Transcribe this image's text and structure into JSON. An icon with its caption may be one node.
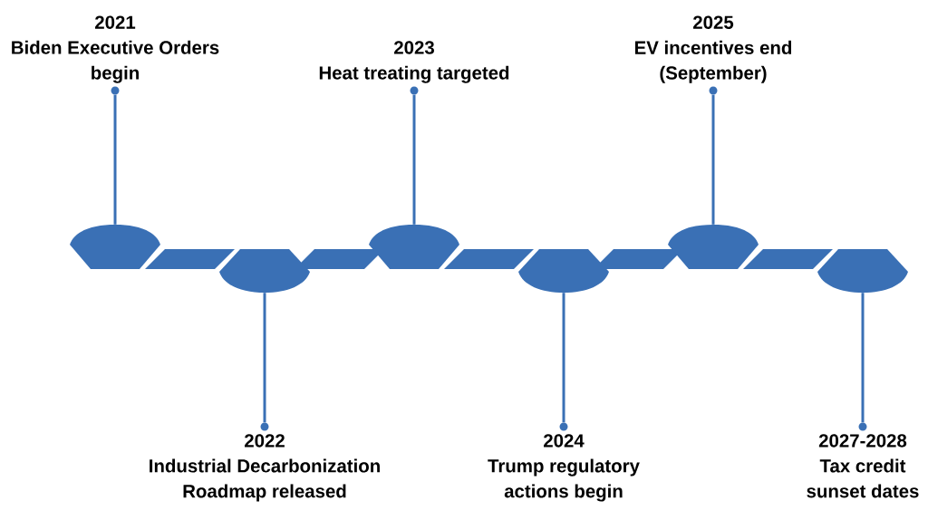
{
  "diagram": {
    "nodes": [
      {
        "text": [],
        "shape": "circle",
        "beside": [
          "2021",
          "Biden Executive Orders begin"
        ]
      },
      {
        "text": [],
        "shape": "circle",
        "beside": [
          "2022",
          "Industrial Decarbonization Roadmap released"
        ]
      },
      {
        "text": [],
        "shape": "circle",
        "beside": [
          "2023",
          "Heat treating targeted"
        ]
      },
      {
        "text": [],
        "shape": "circle",
        "beside": [
          "2024",
          "Trump regulatory actions begin"
        ]
      },
      {
        "text": [],
        "shape": "circle",
        "beside": [
          "2025",
          "EV incentives end (September)"
        ]
      },
      {
        "text": [],
        "shape": "circle",
        "beside": [
          "2027-2028",
          "Tax credit sunset dates"
        ]
      },
      {
        "text": [],
        "shape": "box"
      },
      {
        "text": [],
        "shape": "box"
      },
      {
        "text": [],
        "shape": "box"
      },
      {
        "text": [],
        "shape": "box"
      },
      {
        "text": [],
        "shape": "box"
      },
      {
        "text": [],
        "shape": "box"
      }
    ],
    "edges": [
      {
        "from": 0,
        "to": 6,
        "arrow": "none"
      },
      {
        "from": 1,
        "to": 7,
        "arrow": "none"
      },
      {
        "from": 2,
        "to": 8,
        "arrow": "none"
      },
      {
        "from": 3,
        "to": 9,
        "arrow": "none"
      },
      {
        "from": 4,
        "to": 10,
        "arrow": "none"
      },
      {
        "from": 5,
        "to": 11,
        "arrow": "none"
      }
    ]
  }
}
